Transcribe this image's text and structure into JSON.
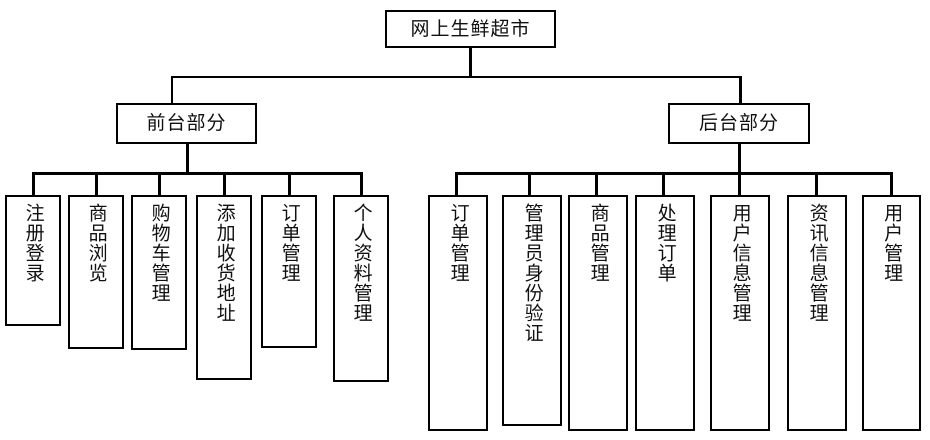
{
  "diagram": {
    "title": "网上生鲜超市",
    "type": "hierarchy-tree",
    "background_color": "#ffffff",
    "line_color": "#000000",
    "text_color": "#101010"
  },
  "root": {
    "label": "网上生鲜超市"
  },
  "branches": [
    {
      "id": "frontend",
      "label": "前台部分",
      "leaves": [
        {
          "label": "注册登录"
        },
        {
          "label": "商品浏览"
        },
        {
          "label": "购物车管理"
        },
        {
          "label": "添加收货地址"
        },
        {
          "label": "订单管理"
        },
        {
          "label": "个人资料管理"
        }
      ]
    },
    {
      "id": "backend",
      "label": "后台部分",
      "leaves": [
        {
          "label": "订单管理"
        },
        {
          "label": "管理员身份验证"
        },
        {
          "label": "商品管理"
        },
        {
          "label": "处理订单"
        },
        {
          "label": "用户信息管理"
        },
        {
          "label": "资讯信息管理"
        },
        {
          "label": "用户管理"
        }
      ]
    }
  ]
}
